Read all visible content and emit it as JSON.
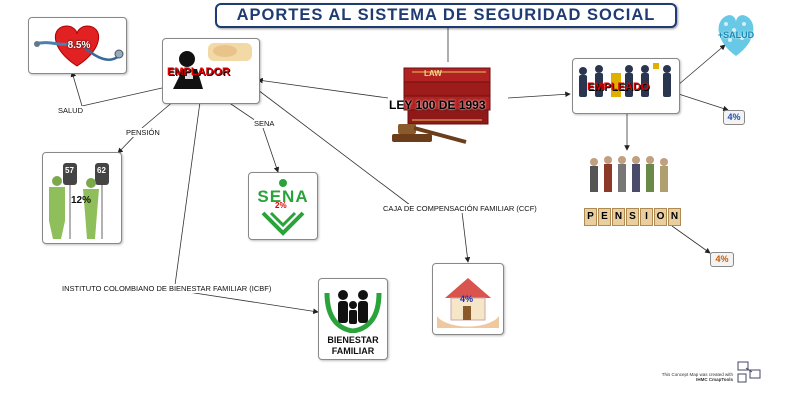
{
  "title": "APORTES AL SISTEMA DE SEGURIDAD SOCIAL",
  "nodes": {
    "salud_heart": {
      "value": "8.5%"
    },
    "empleador": {
      "label": "EMPLADOR"
    },
    "ley": {
      "label": "LEY 100 DE 1993",
      "book_text": "LAW"
    },
    "empleado": {
      "label": "EMPLEADO"
    },
    "salud_logo": {
      "text": "+SALUD"
    },
    "empleado_pct": {
      "value": "4%"
    },
    "pension_box": {
      "value": "12%",
      "sign_a": "57",
      "sign_b": "62"
    },
    "sena": {
      "text": "SENA",
      "value": "2%"
    },
    "pension_blocks": {
      "letters": [
        "P",
        "E",
        "N",
        "S",
        "I",
        "O",
        "N"
      ]
    },
    "pension_pct": {
      "value": "4%"
    },
    "ccf_house": {
      "value": "4%"
    },
    "icbf_logo": {
      "line1": "BIENESTAR",
      "line2": "FAMILIAR"
    }
  },
  "links": {
    "salud": "SALUD",
    "pension": "PENSIÓN",
    "sena": "SENA",
    "ccf": "CAJA DE COMPENSACIÓN FAMILIAR (CCF)",
    "icbf": "INSTITUTO COLOMBIANO DE BIENESTAR FAMILIAR (ICBF)"
  },
  "footer": {
    "line1": "This Concept Map was created with",
    "line2": "IHMC CmapTools"
  }
}
